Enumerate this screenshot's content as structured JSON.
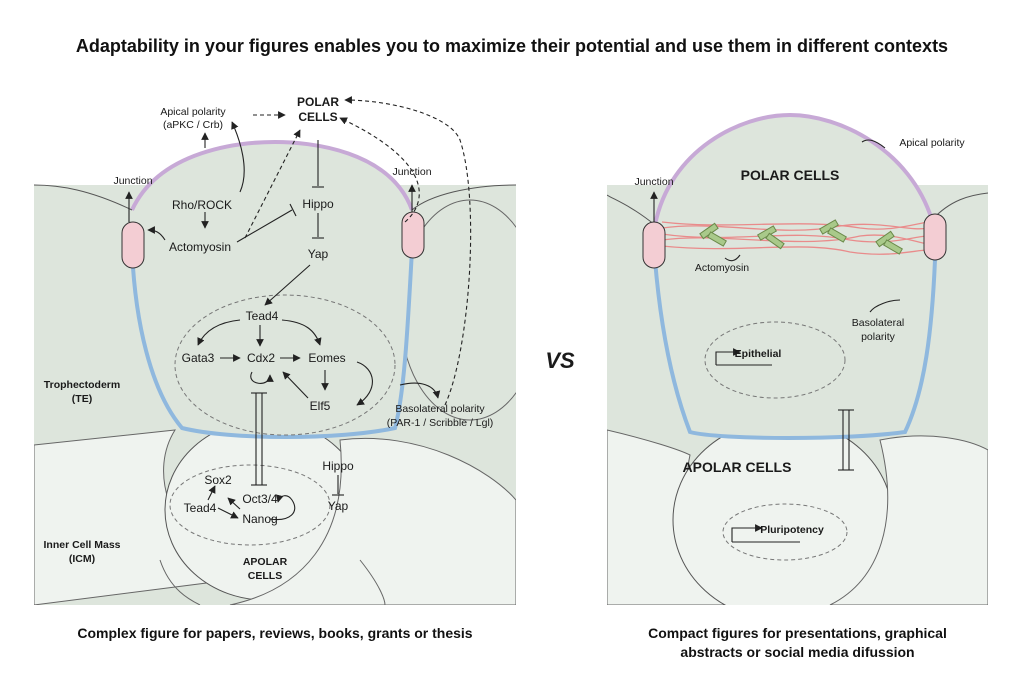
{
  "heading": "Adaptability in your figures enables you to maximize their potential and use them in different contexts",
  "vs": "VS",
  "left": {
    "caption": "Complex figure for papers, reviews, books, grants or thesis",
    "labels": {
      "polar_1": "POLAR",
      "polar_2": "CELLS",
      "apical_1": "Apical polarity",
      "apical_2": "(aPKC / Crb)",
      "junction_left": "Junction",
      "junction_right": "Junction",
      "rho_rock": "Rho/ROCK",
      "actomyosin": "Actomyosin",
      "hippo_te": "Hippo",
      "yap_te": "Yap",
      "tead4_te": "Tead4",
      "gata3": "Gata3",
      "cdx2": "Cdx2",
      "eomes": "Eomes",
      "elf5": "Elf5",
      "basolateral_1": "Basolateral polarity",
      "basolateral_2": "(PAR-1 / Scribble / Lgl)",
      "te_1": "Trophectoderm",
      "te_2": "(TE)",
      "icm_1": "Inner Cell Mass",
      "icm_2": "(ICM)",
      "sox2": "Sox2",
      "tead4_icm": "Tead4",
      "oct34": "Oct3/4",
      "nanog": "Nanog",
      "hippo_icm": "Hippo",
      "yap_icm": "Yap",
      "apolar_1": "APOLAR",
      "apolar_2": "CELLS"
    }
  },
  "right": {
    "caption_1": "Compact figures for presentations, graphical",
    "caption_2": "abstracts or social media difussion",
    "labels": {
      "polar_cells": "POLAR CELLS",
      "apical_polarity": "Apical polarity",
      "junction": "Junction",
      "actomyosin": "Actomyosin",
      "epithelial": "Epithelial",
      "basolateral_1": "Basolateral",
      "basolateral_2": "polarity",
      "apolar_cells": "APOLAR CELLS",
      "pluripotency": "Pluripotency"
    }
  },
  "colors": {
    "cell_fill": "#dde5dc",
    "icm_fill": "#eff3ef",
    "apical": "#c7a9d6",
    "basolateral": "#8fb8de",
    "junction_fill": "#f3cdd3",
    "actomyosin_line": "#e98b8b",
    "myosin": "#a9c98a"
  }
}
